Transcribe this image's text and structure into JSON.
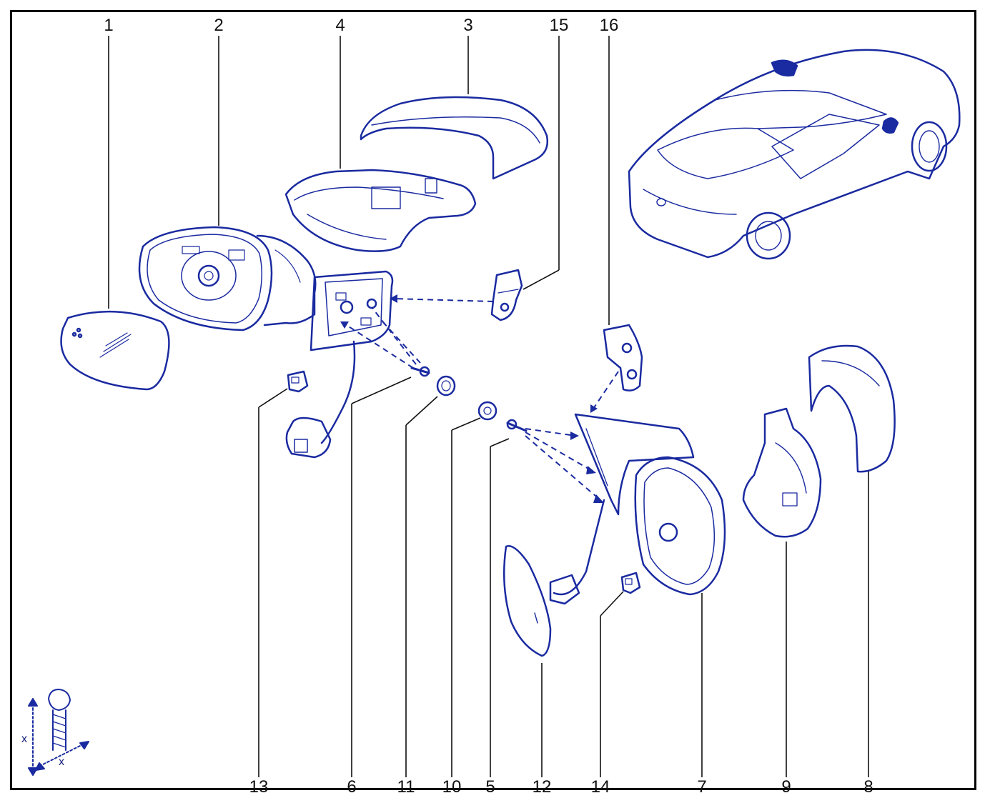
{
  "callouts": {
    "top": [
      "1",
      "2",
      "4",
      "3",
      "15",
      "16"
    ],
    "bottom": [
      "13",
      "6",
      "11",
      "10",
      "5",
      "12",
      "14",
      "7",
      "9",
      "8"
    ]
  },
  "torque_symbol": {
    "x_label": "x",
    "x_label_2": "x"
  },
  "colors": {
    "line_art": "#1a2aa0",
    "leader": "#111111",
    "border": "#000000"
  },
  "icons": [
    "mirror-glass",
    "mirror-housing",
    "cover-frame",
    "mirror-cap",
    "seal",
    "clip",
    "screw",
    "connector",
    "car-icon",
    "bolt-torque-icon"
  ]
}
